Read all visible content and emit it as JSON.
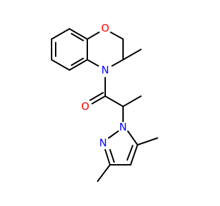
{
  "molecule": {
    "atoms": {
      "oxygen_ring": "O",
      "nitrogen_ring": "N",
      "oxygen_carbonyl": "O",
      "nitrogen_pyrazole_1": "N",
      "nitrogen_pyrazole_2": "N"
    },
    "colors": {
      "bond": "#000000",
      "oxygen": "#ff0000",
      "nitrogen": "#0000ff"
    }
  }
}
